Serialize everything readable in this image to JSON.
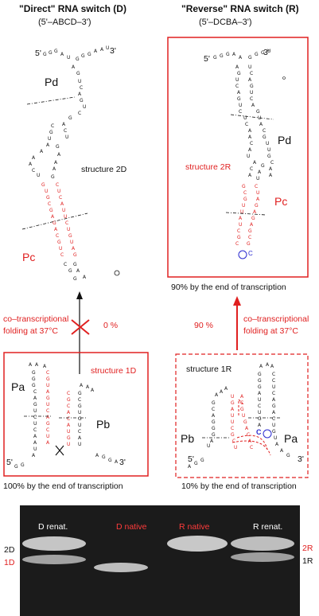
{
  "left": {
    "title": "\"Direct\" RNA switch (D)",
    "subtitle": "(5'–ABCD–3')",
    "structure_top": "structure 2D",
    "label_pd": "Pd",
    "label_pc": "Pc",
    "five_prime": "5'",
    "three_prime": "3'",
    "arrow_percent": "0 %",
    "fold_text_1": "co–transcriptional",
    "fold_text_2": "folding at 37°C",
    "structure_bottom": "structure 1D",
    "label_pa": "Pa",
    "label_pb": "Pb",
    "bottom_caption": "100% by the end of transcription"
  },
  "right": {
    "title": "\"Reverse\" RNA switch (R)",
    "subtitle": "(5'–DCBA–3')",
    "structure_top": "structure 2R",
    "label_pd": "Pd",
    "label_pc": "Pc",
    "five_prime": "5'",
    "three_prime": "3'",
    "top_caption": "90% by the end of transcription",
    "arrow_percent": "90 %",
    "fold_text_1": "co–transcriptional",
    "fold_text_2": "folding at 37°C",
    "structure_bottom": "structure 1R",
    "label_pa": "Pa",
    "label_pb": "Pb",
    "bottom_caption": "10% by the end of transcription",
    "c_marker": "C"
  },
  "gel": {
    "lanes": [
      "D renat.",
      "D native",
      "R native",
      "R renat."
    ],
    "left_labels": [
      "2D",
      "1D"
    ],
    "right_labels": [
      "2R",
      "1R"
    ]
  },
  "colors": {
    "accent": "#e02020",
    "blue": "#2a2ad0",
    "gel_bg": "#1a1a1a"
  }
}
